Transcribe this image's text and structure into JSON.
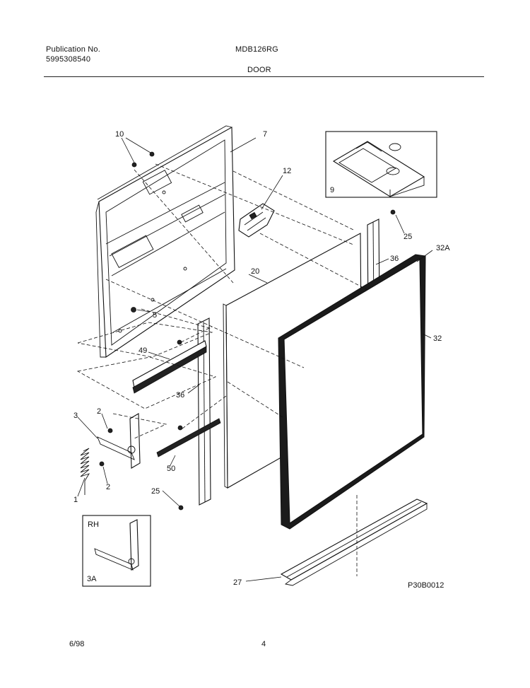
{
  "header": {
    "publication_label": "Publication No.",
    "publication_number": "5995308540",
    "model": "MDB126RG",
    "section": "DOOR"
  },
  "footer": {
    "date": "6/98",
    "page": "4"
  },
  "diagram": {
    "figure_code": "P30B0012",
    "callouts": {
      "c1": "1",
      "c2a": "2",
      "c2b": "2",
      "c3": "3",
      "c5": "5",
      "c7": "7",
      "c9": "9",
      "c10": "10",
      "c12": "12",
      "c20": "20",
      "c25a": "25",
      "c25b": "25",
      "c27": "27",
      "c32": "32",
      "c32a": "32A",
      "c36a": "36",
      "c36b": "36",
      "c49": "49",
      "c50": "50"
    },
    "inset_rh": {
      "label": "RH",
      "part": "3A"
    }
  }
}
